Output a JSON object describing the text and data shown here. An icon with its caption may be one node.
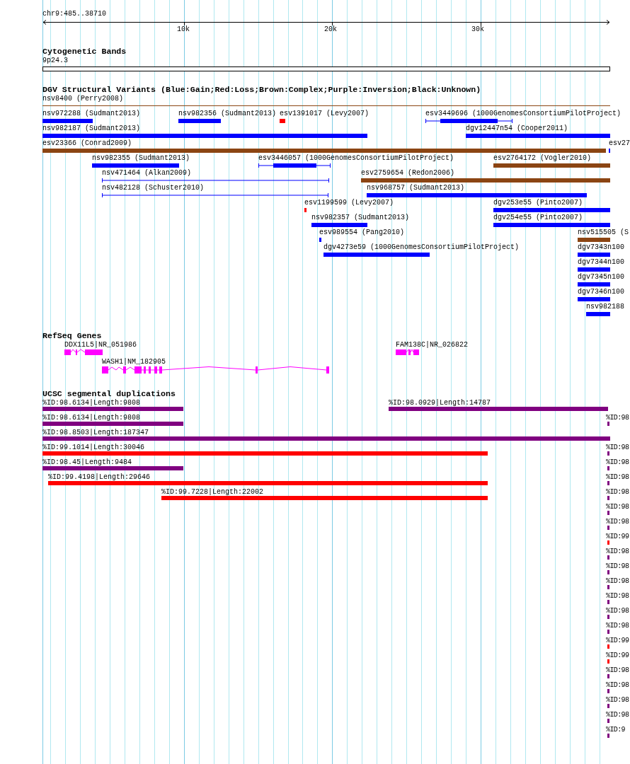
{
  "diagram": {
    "labels": [
      "chr9:485..38710",
      "10k",
      "20k",
      "30k",
      "Cytogenetic Bands",
      "9p24.3",
      "DGV Structural Variants (Blue:Gain;Red:Loss;Brown:Complex;Purple:Inversion;Black:Unknown)",
      "nsv8400 (Perry2008)",
      "nsv972288 (Sudmant2013)",
      "nsv982356 (Sudmant2013)",
      "esv1391017 (Levy2007)",
      "esv3449696 (1000GenomesConsortiumPilotProject)",
      "nsv982187 (Sudmant2013)",
      "dgv12447n54 (Cooper2011)",
      "esv23366 (Conrad2009)",
      "esv27",
      "nsv982355 (Sudmant2013)",
      "esv3446057 (1000GenomesConsortiumPilotProject)",
      "esv2764172 (Vogler2010)",
      "nsv471464 (Alkan2009)",
      "esv2759654 (Redon2006)",
      "nsv482128 (Schuster2010)",
      "nsv968757 (Sudmant2013)",
      "esv1199599 (Levy2007)",
      "dgv253e55 (Pinto2007)",
      "nsv982357 (Sudmant2013)",
      "dgv254e55 (Pinto2007)",
      "esv989554 (Pang2010)",
      "nsv515505 (S",
      "dgv4273e59 (1000GenomesConsortiumPilotProject)",
      "dgv7343n100",
      "dgv7344n100",
      "dgv7345n100",
      "dgv7346n100",
      "nsv982188",
      "RefSeq Genes",
      "DDX11L5|NR_051986",
      "FAM138C|NR_026822",
      "WASH1|NM_182905",
      "UCSC segmental duplications",
      "%ID:98.6134|Length:9808",
      "%ID:98.0929|Length:14787",
      "%ID:98.6134|Length:9808",
      "%ID:98",
      "%ID:98.8503|Length:187347",
      "%ID:99.1014|Length:30046",
      "%ID:98",
      "%ID:98.45|Length:9484",
      "%ID:98",
      "%ID:99.4198|Length:29646",
      "%ID:98",
      "%ID:99.7228|Length:22002",
      "%ID:98",
      "%ID:98",
      "%ID:98",
      "%ID:99",
      "%ID:98",
      "%ID:98",
      "%ID:98",
      "%ID:98",
      "%ID:98",
      "%ID:98",
      "%ID:99",
      "%ID:99",
      "%ID:98",
      "%ID:98",
      "%ID:98",
      "%ID:98",
      "%ID:9"
    ]
  }
}
